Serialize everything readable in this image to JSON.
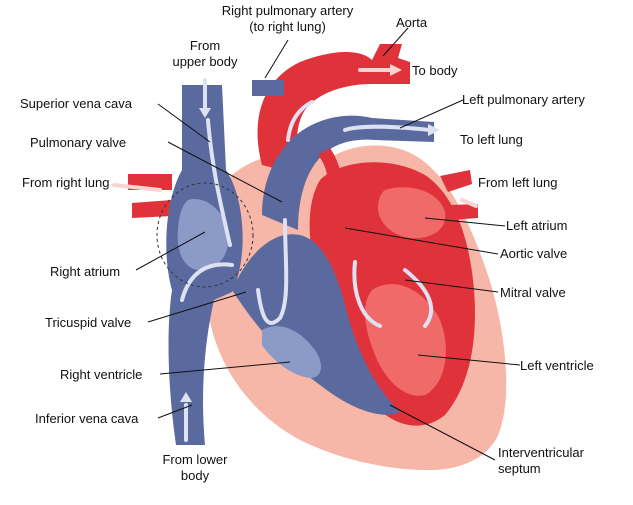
{
  "diagram": {
    "colors": {
      "pericardium": "#f6b6a8",
      "left_heart_red": "#e0323a",
      "left_heart_light": "#f06a6a",
      "right_heart_blue": "#5a6a9e",
      "right_heart_light": "#8c9ac8",
      "flow_arrow": "#dde2f2",
      "red_flow_arrow": "#fbd3d3"
    },
    "labels": {
      "right_pulmonary_artery_1": "Right pulmonary artery",
      "right_pulmonary_artery_2": "(to right lung)",
      "aorta": "Aorta",
      "from_upper_body_1": "From",
      "from_upper_body_2": "upper body",
      "to_body": "To body",
      "superior_vena_cava": "Superior vena cava",
      "left_pulmonary_artery": "Left pulmonary artery",
      "pulmonary_valve": "Pulmonary valve",
      "to_left_lung": "To left lung",
      "from_right_lung": "From right lung",
      "from_left_lung": "From left lung",
      "left_atrium": "Left atrium",
      "aortic_valve": "Aortic valve",
      "right_atrium": "Right atrium",
      "mitral_valve": "Mitral  valve",
      "tricuspid_valve": "Tricuspid  valve",
      "left_ventricle": "Left ventricle",
      "right_ventricle": "Right ventricle",
      "inferior_vena_cava": "Inferior vena cava",
      "interventricular_septum_1": "Interventricular",
      "interventricular_septum_2": "septum",
      "from_lower_body_1": "From lower",
      "from_lower_body_2": "body"
    }
  }
}
